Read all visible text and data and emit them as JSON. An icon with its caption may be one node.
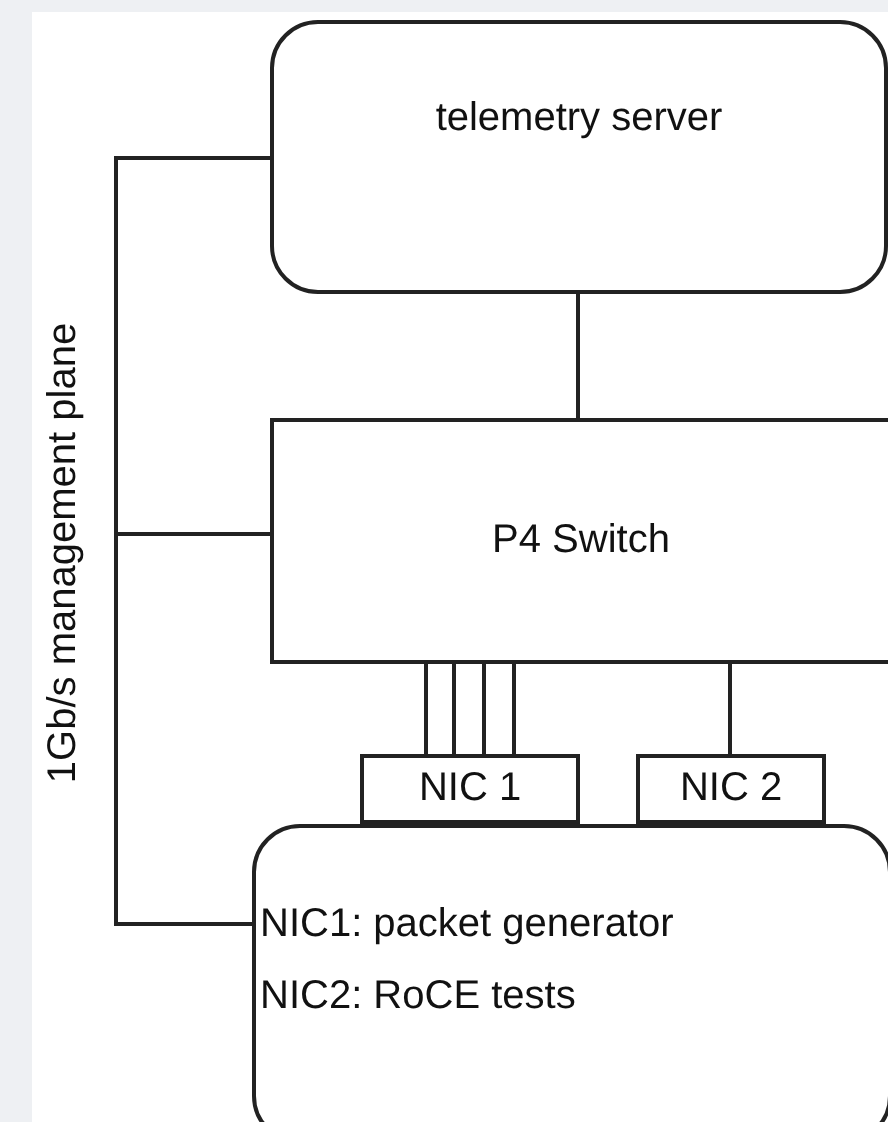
{
  "diagram": {
    "nodes": [
      {
        "text": [
          "telemetry server"
        ]
      },
      {
        "text": [
          "P4 Switch"
        ]
      },
      {
        "text": [
          "NIC 1"
        ]
      },
      {
        "text": [
          "NIC 2"
        ]
      },
      {
        "text": [
          "NIC1: packet generator",
          "NIC2: RoCE tests"
        ]
      }
    ],
    "edges": [
      {
        "from": 0,
        "to": 1,
        "arrow": "none"
      },
      {
        "from": 1,
        "to": 2,
        "arrow": "none"
      },
      {
        "from": 1,
        "to": 2,
        "arrow": "none"
      },
      {
        "from": 1,
        "to": 2,
        "arrow": "none"
      },
      {
        "from": 1,
        "to": 2,
        "arrow": "none"
      },
      {
        "from": 1,
        "to": 3,
        "arrow": "none"
      },
      {
        "from": 0,
        "to": 1,
        "arrow": "none"
      },
      {
        "from": 0,
        "to": 4,
        "arrow": "none"
      },
      {
        "from": 1,
        "to": 4,
        "arrow": "none"
      }
    ],
    "labels": [
      "1Gb/s management plane"
    ]
  }
}
